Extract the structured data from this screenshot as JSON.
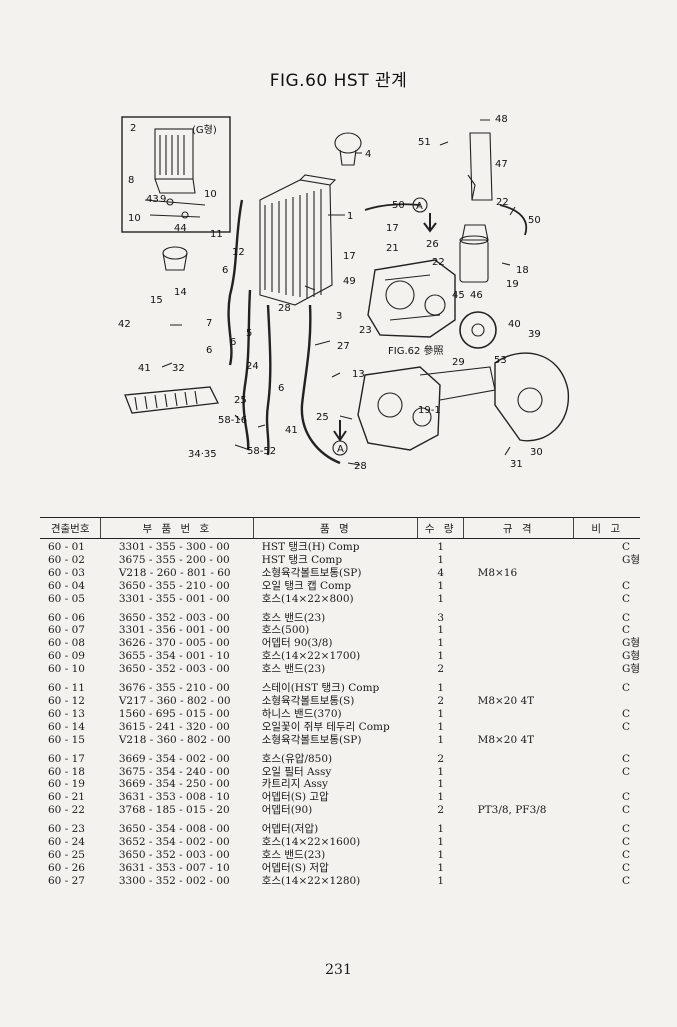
{
  "figure": {
    "title": "FIG.60 HST 관계"
  },
  "diagram": {
    "callouts": [
      "2",
      "(G형)",
      "8",
      "43",
      "9",
      "10",
      "10",
      "44",
      "11",
      "12",
      "6",
      "4",
      "1",
      "48",
      "51",
      "47",
      "50",
      "A",
      "17",
      "26",
      "21",
      "22",
      "22",
      "50",
      "17",
      "18",
      "19",
      "14",
      "15",
      "49",
      "3",
      "45",
      "46",
      "42",
      "7",
      "28",
      "5",
      "6",
      "27",
      "23",
      "40",
      "39",
      "FIG.62 參照",
      "41",
      "32",
      "6",
      "24",
      "6",
      "13",
      "29",
      "53",
      "25",
      "19-1",
      "58-16",
      "41",
      "34·35",
      "58-52",
      "25",
      "A",
      "28",
      "31",
      "30"
    ]
  },
  "table": {
    "headers": {
      "no": "견출번호",
      "part": "부 품 번 호",
      "name": "품 명",
      "qty": "수 량",
      "spec": "규 격",
      "note": "비 고"
    },
    "groups": [
      [
        {
          "no": "60 - 01",
          "part": "3301 - 355 - 300 - 00",
          "name": "HST 탱크(H) Comp",
          "qty": "1",
          "spec": "",
          "note": "C"
        },
        {
          "no": "60 - 02",
          "part": "3675 - 355 - 200 - 00",
          "name": "HST 탱크 Comp",
          "qty": "1",
          "spec": "",
          "note": "G형"
        },
        {
          "no": "60 - 03",
          "part": "V218 - 260 - 801 - 60",
          "name": "소형육각볼트보통(SP)",
          "qty": "4",
          "spec": "M8×16",
          "note": ""
        },
        {
          "no": "60 - 04",
          "part": "3650 - 355 - 210 - 00",
          "name": "오일 탱크 캡 Comp",
          "qty": "1",
          "spec": "",
          "note": "C"
        },
        {
          "no": "60 - 05",
          "part": "3301 - 355 - 001 - 00",
          "name": "호스(14×22×800)",
          "qty": "1",
          "spec": "",
          "note": "C"
        }
      ],
      [
        {
          "no": "60 - 06",
          "part": "3650 - 352 - 003 - 00",
          "name": "호스 밴드(23)",
          "qty": "3",
          "spec": "",
          "note": "C"
        },
        {
          "no": "60 - 07",
          "part": "3301 - 356 - 001 - 00",
          "name": "호스(500)",
          "qty": "1",
          "spec": "",
          "note": "C"
        },
        {
          "no": "60 - 08",
          "part": "3626 - 370 - 005 - 00",
          "name": "어뎁터 90(3/8)",
          "qty": "1",
          "spec": "",
          "note": "G형"
        },
        {
          "no": "60 - 09",
          "part": "3655 - 354 - 001 - 10",
          "name": "호스(14×22×1700)",
          "qty": "1",
          "spec": "",
          "note": "G형"
        },
        {
          "no": "60 - 10",
          "part": "3650 - 352 - 003 - 00",
          "name": "호스 밴드(23)",
          "qty": "2",
          "spec": "",
          "note": "G형"
        }
      ],
      [
        {
          "no": "60 - 11",
          "part": "3676 - 355 - 210 - 00",
          "name": "스테이(HST 탱크) Comp",
          "qty": "1",
          "spec": "",
          "note": "C"
        },
        {
          "no": "60 - 12",
          "part": "V217 - 360 - 802 - 00",
          "name": "소형육각볼트보통(S)",
          "qty": "2",
          "spec": "M8×20 4T",
          "note": ""
        },
        {
          "no": "60 - 13",
          "part": "1560 - 695 - 015 - 00",
          "name": "하니스 밴드(370)",
          "qty": "1",
          "spec": "",
          "note": "C"
        },
        {
          "no": "60 - 14",
          "part": "3615 - 241 - 320 - 00",
          "name": "오일꽃이 쥐부 테두리 Comp",
          "qty": "1",
          "spec": "",
          "note": "C"
        },
        {
          "no": "60 - 15",
          "part": "V218 - 360 - 802 - 00",
          "name": "소형육각볼트보통(SP)",
          "qty": "1",
          "spec": "M8×20 4T",
          "note": ""
        }
      ],
      [
        {
          "no": "60 - 17",
          "part": "3669 - 354 - 002 - 00",
          "name": "호스(유압/850)",
          "qty": "2",
          "spec": "",
          "note": "C"
        },
        {
          "no": "60 - 18",
          "part": "3675 - 354 - 240 - 00",
          "name": "오일 필터 Assy",
          "qty": "1",
          "spec": "",
          "note": "C"
        },
        {
          "no": "60 - 19",
          "part": "3669 - 354 - 250 - 00",
          "name": "카트리지 Assy",
          "qty": "1",
          "spec": "",
          "note": ""
        },
        {
          "no": "60 - 21",
          "part": "3631 - 353 - 008 - 10",
          "name": "어뎁터(S) 고압",
          "qty": "1",
          "spec": "",
          "note": "C"
        },
        {
          "no": "60 - 22",
          "part": "3768 - 185 - 015 - 20",
          "name": "어뎁터(90)",
          "qty": "2",
          "spec": "PT3/8, PF3/8",
          "note": "C"
        }
      ],
      [
        {
          "no": "60 - 23",
          "part": "3650 - 354 - 008 - 00",
          "name": "어뎁터(저압)",
          "qty": "1",
          "spec": "",
          "note": "C"
        },
        {
          "no": "60 - 24",
          "part": "3652 - 354 - 002 - 00",
          "name": "호스(14×22×1600)",
          "qty": "1",
          "spec": "",
          "note": "C"
        },
        {
          "no": "60 - 25",
          "part": "3650 - 352 - 003 - 00",
          "name": "호스 밴드(23)",
          "qty": "1",
          "spec": "",
          "note": "C"
        },
        {
          "no": "60 - 26",
          "part": "3631 - 353 - 007 - 10",
          "name": "어뎁터(S) 저압",
          "qty": "1",
          "spec": "",
          "note": "C"
        },
        {
          "no": "60 - 27",
          "part": "3300 - 352 - 002 - 00",
          "name": "호스(14×22×1280)",
          "qty": "1",
          "spec": "",
          "note": "C"
        }
      ]
    ]
  },
  "page_number": "231"
}
